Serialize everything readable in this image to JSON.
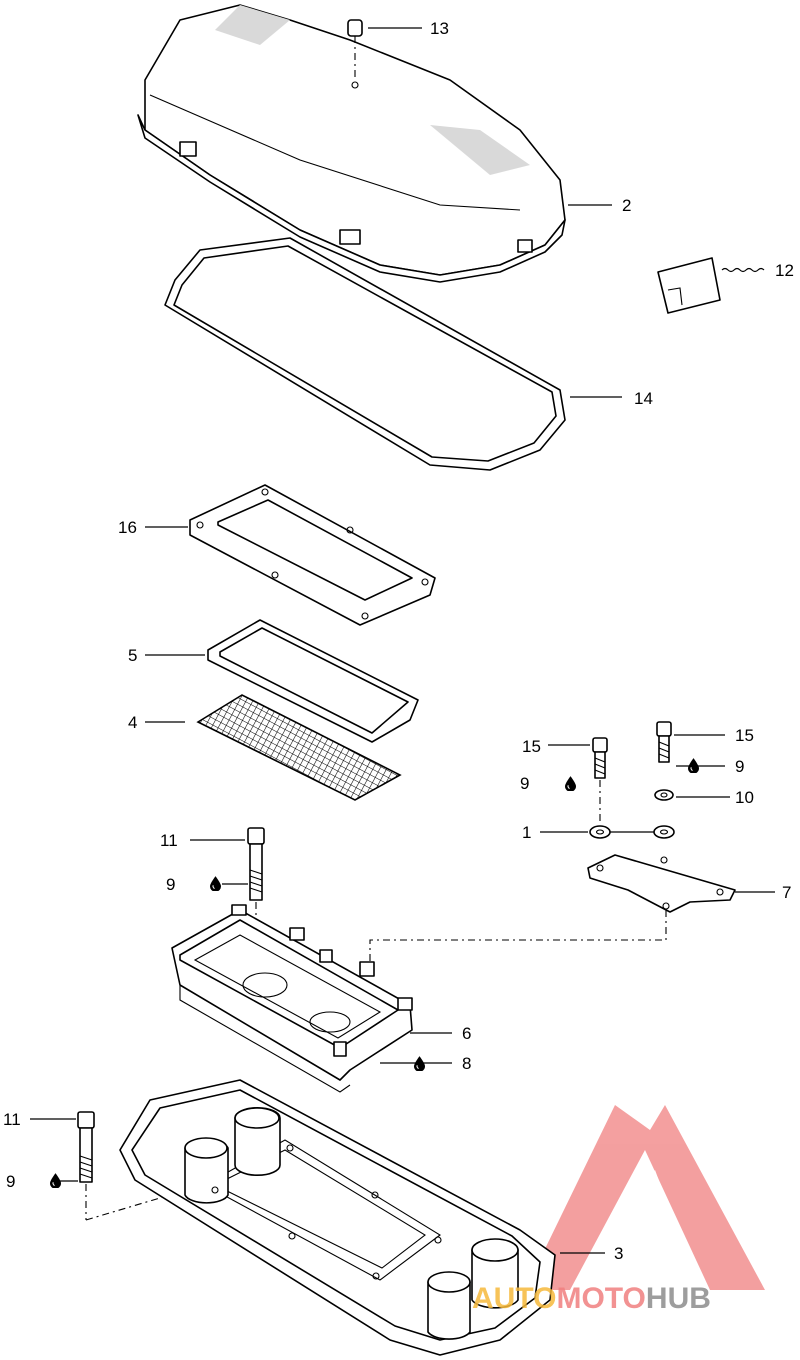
{
  "callouts": [
    {
      "id": "c13",
      "label": "13"
    },
    {
      "id": "c2",
      "label": "2"
    },
    {
      "id": "c12",
      "label": "12"
    },
    {
      "id": "c14",
      "label": "14"
    },
    {
      "id": "c16",
      "label": "16"
    },
    {
      "id": "c5",
      "label": "5"
    },
    {
      "id": "c4",
      "label": "4"
    },
    {
      "id": "c15a",
      "label": "15"
    },
    {
      "id": "c15b",
      "label": "15"
    },
    {
      "id": "c9a",
      "label": "9"
    },
    {
      "id": "c9b",
      "label": "9"
    },
    {
      "id": "c10",
      "label": "10"
    },
    {
      "id": "c1",
      "label": "1"
    },
    {
      "id": "c7",
      "label": "7"
    },
    {
      "id": "c11a",
      "label": "11"
    },
    {
      "id": "c9c",
      "label": "9"
    },
    {
      "id": "c6",
      "label": "6"
    },
    {
      "id": "c8",
      "label": "8"
    },
    {
      "id": "c11b",
      "label": "11"
    },
    {
      "id": "c9d",
      "label": "9"
    },
    {
      "id": "c3",
      "label": "3"
    }
  ],
  "watermark": {
    "part1": "AUTO",
    "part2": "MOTO",
    "part3": "HUB",
    "colors": {
      "auto": "#f6b93b",
      "moto": "#f08080",
      "hub": "#8c8c8c",
      "triangle": "#f08080"
    }
  },
  "icons": {
    "oil_drop": "drop-icon"
  }
}
